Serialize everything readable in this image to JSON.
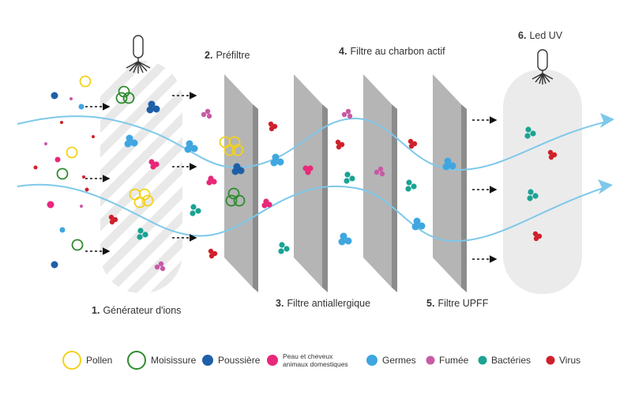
{
  "stages": [
    {
      "num": "1.",
      "title": "Générateur d'ions"
    },
    {
      "num": "2.",
      "title": "Préfiltre"
    },
    {
      "num": "3.",
      "title": "Filtre antiallergique"
    },
    {
      "num": "4.",
      "title": "Filtre au charbon actif"
    },
    {
      "num": "5.",
      "title": "Filtre UPFF"
    },
    {
      "num": "6.",
      "title": "Led UV"
    }
  ],
  "legend": {
    "pollen": "Pollen",
    "moisissure": "Moisissure",
    "poussiere": "Poussière",
    "peau_line1": "Peau et cheveux",
    "peau_line2": "animaux domestiques",
    "germes": "Germes",
    "fumee": "Fumée",
    "bacteries": "Bactéries",
    "virus": "Virus"
  },
  "colors": {
    "pollen": "#f2d21b",
    "moisissure": "#2e8b2e",
    "poussiere": "#1f5fa8",
    "peau": "#e8287a",
    "germes": "#3fa6e0",
    "fumee": "#c75aa6",
    "bacteries": "#1aa393",
    "virus": "#d0202a",
    "airflow": "#7ec8ea",
    "filter_face": "#b5b5b5",
    "filter_edge": "#8c8c8c",
    "chamber": "#ececec"
  },
  "icons": {
    "ionizer": "brush-ionizer-icon",
    "uv_lamp": "uv-lamp-icon"
  }
}
